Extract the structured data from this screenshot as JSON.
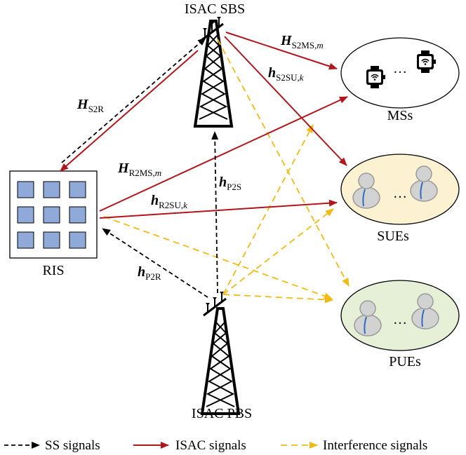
{
  "nodes": {
    "sbs_label": "ISAC SBS",
    "pbs_label": "ISAC PBS",
    "ris_label": "RIS",
    "ms_label": "MSs",
    "sue_label": "SUEs",
    "pue_label": "PUEs",
    "ellipsis": "…"
  },
  "channels": {
    "h_s2ms": {
      "sym": "H",
      "sub": "S2MS,",
      "idx": "m"
    },
    "h_s2su": {
      "sym": "h",
      "sub": "S2SU,",
      "idx": "k"
    },
    "h_s2r": {
      "sym": "H",
      "sub": "S2R"
    },
    "h_r2ms": {
      "sym": "H",
      "sub": "R2MS,",
      "idx": "m"
    },
    "h_p2s": {
      "sym": "h",
      "sub": "P2S"
    },
    "h_r2su": {
      "sym": "h",
      "sub": "R2SU,",
      "idx": "k"
    },
    "h_p2r": {
      "sym": "h",
      "sub": "P2R"
    }
  },
  "legend": {
    "ss": "SS signals",
    "isac": "ISAC signals",
    "interference": "Interference signals"
  },
  "colors": {
    "ss": "#000000",
    "isac": "#b0161c",
    "interference": "#f2bb14",
    "ms_fill": "#ffffff",
    "sue_fill": "#fcf1d0",
    "pue_fill": "#e6f0d6",
    "ris_element": "#8fa9d8"
  }
}
